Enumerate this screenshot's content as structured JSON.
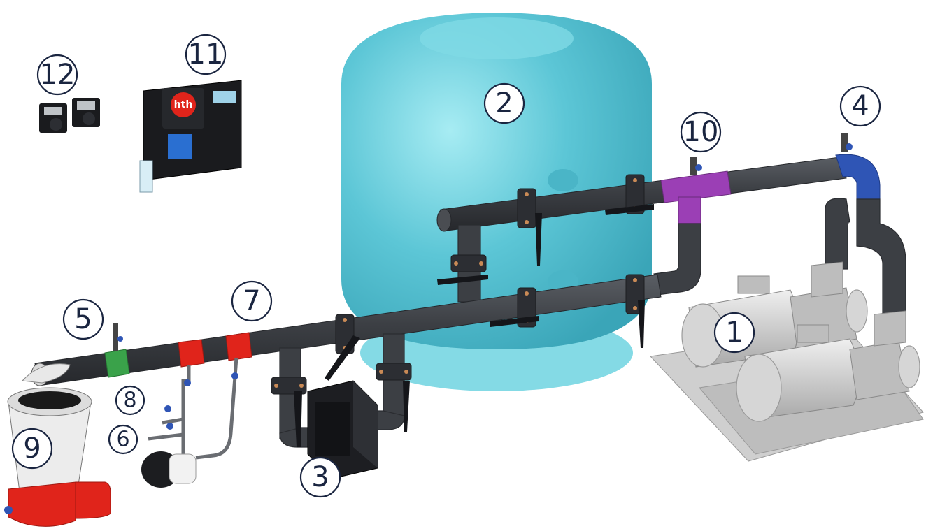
{
  "callouts": [
    {
      "id": "motor-pump",
      "label": "1"
    },
    {
      "id": "sand-filter",
      "label": "2"
    },
    {
      "id": "heat-exchanger",
      "label": "3"
    },
    {
      "id": "return-valve",
      "label": "4"
    },
    {
      "id": "injection-point",
      "label": "5"
    },
    {
      "id": "check-valve",
      "label": "6"
    },
    {
      "id": "red-saddles",
      "label": "7"
    },
    {
      "id": "feeder-valve",
      "label": "8"
    },
    {
      "id": "chemical-feeder",
      "label": "9"
    },
    {
      "id": "purple-tee-valve",
      "label": "10"
    },
    {
      "id": "control-panel",
      "label": "11"
    },
    {
      "id": "dosing-pumps",
      "label": "12"
    }
  ],
  "panel": {
    "logo_text": "hth"
  },
  "colors": {
    "filter": "#5cc6d6",
    "pipe": "#3c3f44",
    "blue_elbow": "#2f55b5",
    "purple_tee": "#9b3fb5",
    "green_saddle": "#3aa24a",
    "red_saddle": "#e0241b",
    "feeder_red": "#e0241b",
    "outline": "#1a2540"
  }
}
